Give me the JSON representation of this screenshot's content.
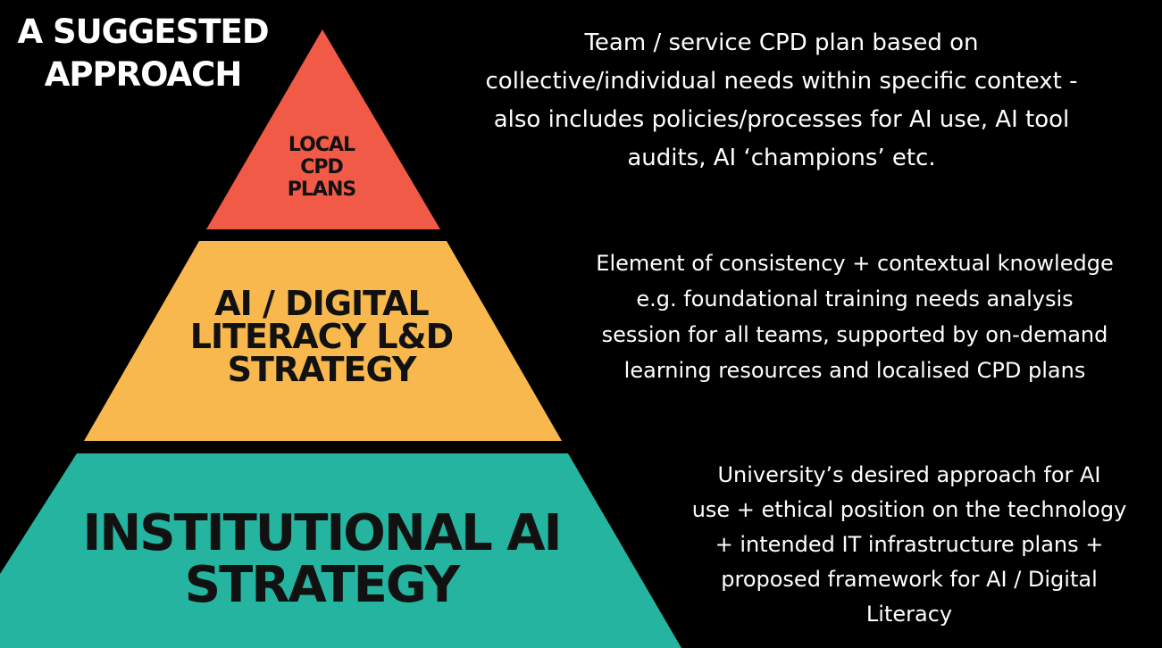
{
  "title": "A SUGGESTED\nAPPROACH",
  "colors": {
    "background": "#000000",
    "tier_top": "#f05a46",
    "tier_mid": "#f8b84e",
    "tier_base": "#25b4a0",
    "label_text": "#111111",
    "desc_text": "#ffffff"
  },
  "tiers": {
    "top": {
      "label": "LOCAL\nCPD\nPLANS",
      "description": "Team / service CPD plan based on\ncollective/individual needs within specific context -\nalso includes policies/processes for AI use, AI tool\naudits, AI ‘champions’ etc."
    },
    "middle": {
      "label": "AI / DIGITAL\nLITERACY L&D\nSTRATEGY",
      "description": "Element of consistency + contextual knowledge\ne.g. foundational training needs analysis\nsession for all teams, supported by on-demand\nlearning resources and localised CPD plans"
    },
    "base": {
      "label": "INSTITUTIONAL AI\nSTRATEGY",
      "description": "University’s desired approach for AI\nuse + ethical position on the technology\n+ intended IT infrastructure plans +\nproposed framework for AI / Digital\nLiteracy"
    }
  }
}
